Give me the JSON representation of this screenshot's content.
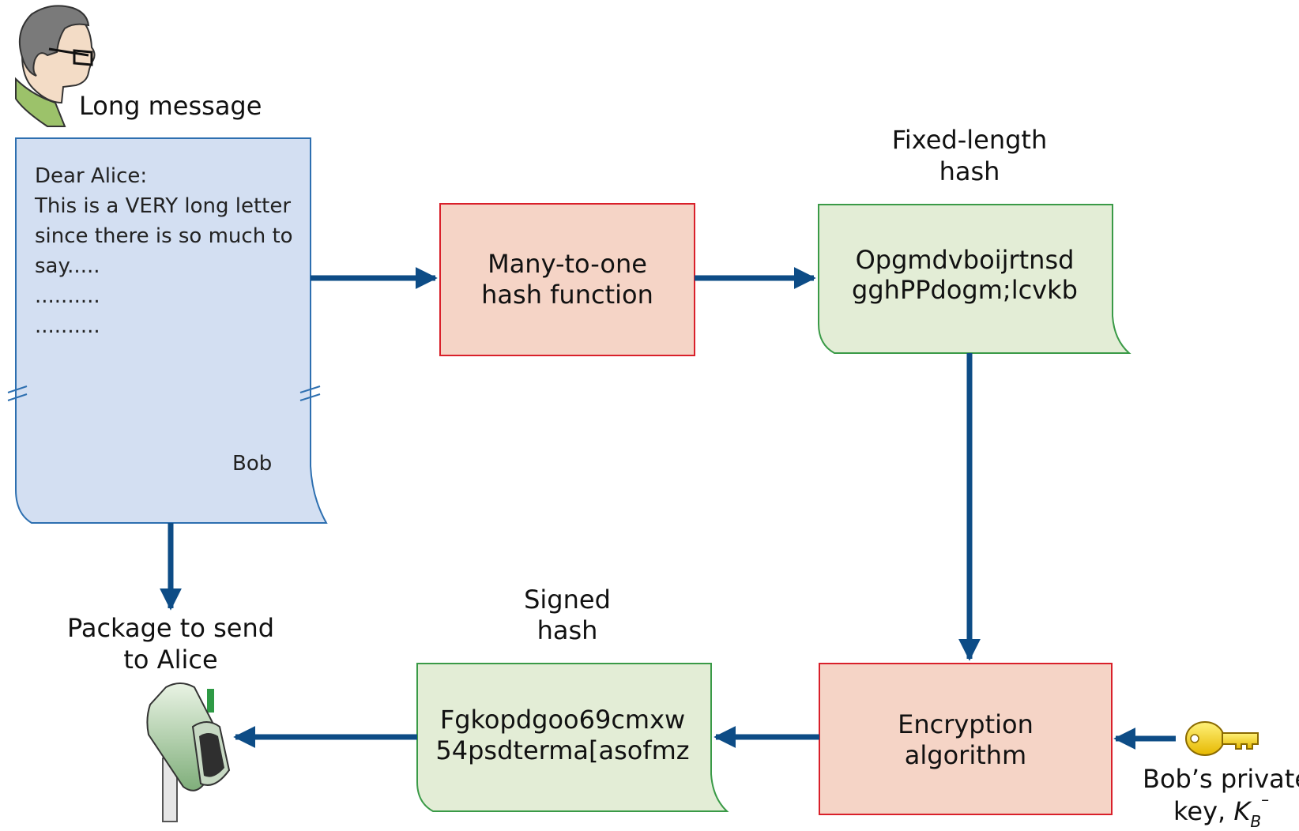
{
  "sender": {
    "avatar_icon": "person-with-glasses-icon",
    "caption": "Long message"
  },
  "letter": {
    "lines": [
      "Dear Alice:",
      "This is a VERY long letter",
      "since there is so much to",
      "say.....",
      "..........",
      ".........."
    ],
    "signature": "Bob",
    "fill": "#d3dff2",
    "stroke": "#2d6fb0"
  },
  "hash_function": {
    "lines": [
      "Many-to-one",
      "hash function"
    ],
    "fill": "#f5d4c6",
    "stroke": "#d9202a"
  },
  "fixed_hash": {
    "caption_lines": [
      "Fixed-length",
      "hash"
    ],
    "lines": [
      "Opgmdvboijrtnsd",
      "gghPPdogm;lcvkb"
    ],
    "fill": "#e3edd6",
    "stroke": "#3a9a47"
  },
  "encryption": {
    "lines": [
      "Encryption",
      "algorithm"
    ],
    "fill": "#f5d4c6",
    "stroke": "#d9202a"
  },
  "signed_hash": {
    "caption_lines": [
      "Signed",
      "hash"
    ],
    "lines": [
      "Fgkopdgoo69cmxw",
      "54psdterma[asofmz"
    ],
    "fill": "#e3edd6",
    "stroke": "#3a9a47"
  },
  "private_key": {
    "icon": "key-icon",
    "caption_line1": "Bob’s private",
    "caption_line2_prefix": "key, ",
    "symbol": "K",
    "subscript": "B",
    "superscript": "–"
  },
  "package": {
    "icon": "mailbox-icon",
    "caption_lines": [
      "Package to send",
      "to Alice"
    ]
  },
  "arrow_color": "#0d4c86"
}
